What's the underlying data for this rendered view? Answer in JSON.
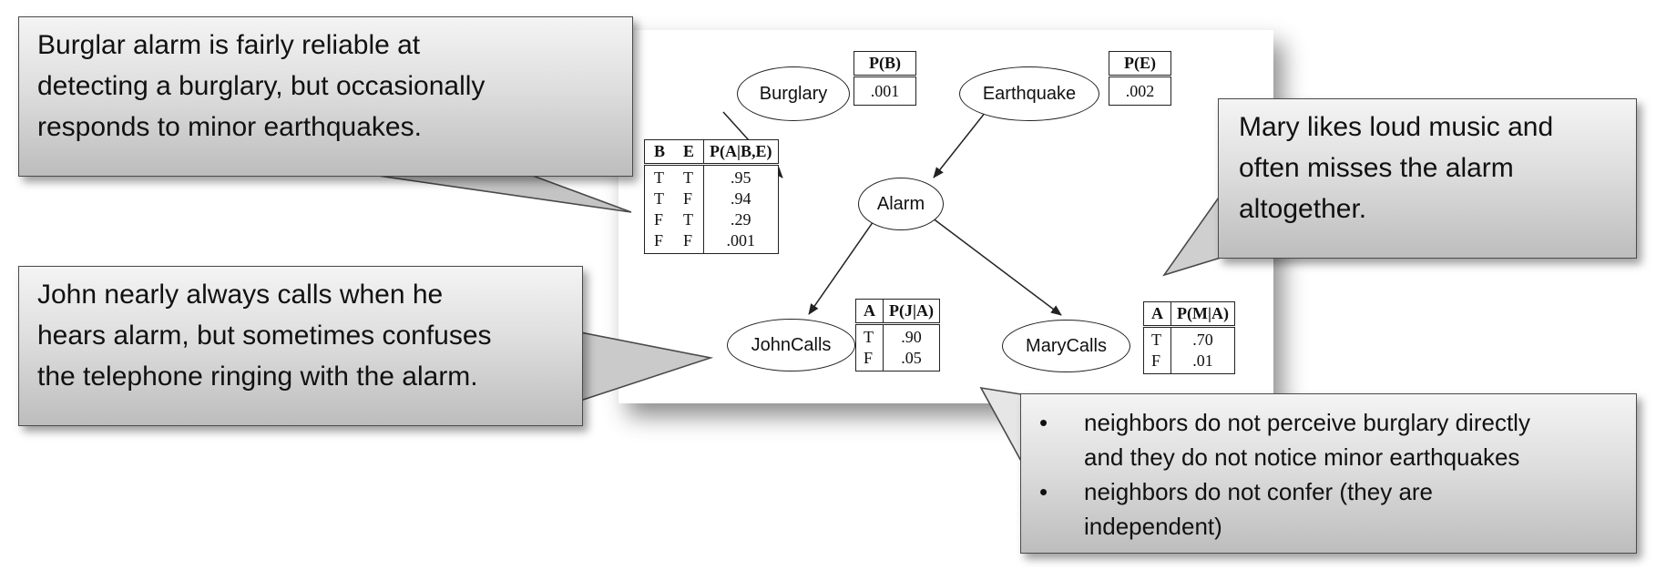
{
  "nodes": {
    "burglary": "Burglary",
    "earthquake": "Earthquake",
    "alarm": "Alarm",
    "johncalls": "JohnCalls",
    "marycalls": "MaryCalls"
  },
  "tables": {
    "pb": {
      "header": "P(B)",
      "value": ".001"
    },
    "pe": {
      "header": "P(E)",
      "value": ".002"
    },
    "pa": {
      "headers": [
        "B",
        "E",
        "P(A|B,E)"
      ],
      "rows": [
        [
          "T",
          "T",
          ".95"
        ],
        [
          "T",
          "F",
          ".94"
        ],
        [
          "F",
          "T",
          ".29"
        ],
        [
          "F",
          "F",
          ".001"
        ]
      ]
    },
    "pj": {
      "headers": [
        "A",
        "P(J|A)"
      ],
      "rows": [
        [
          "T",
          ".90"
        ],
        [
          "F",
          ".05"
        ]
      ]
    },
    "pm": {
      "headers": [
        "A",
        "P(M|A)"
      ],
      "rows": [
        [
          "T",
          ".70"
        ],
        [
          "F",
          ".01"
        ]
      ]
    }
  },
  "callouts": {
    "burglar": {
      "lines": [
        "Burglar alarm is fairly reliable at",
        "detecting a burglary, but occasionally",
        "responds to minor earthquakes."
      ]
    },
    "john": {
      "lines": [
        "John nearly always calls when he",
        "hears alarm, but sometimes confuses",
        "the telephone ringing with the alarm."
      ]
    },
    "mary": {
      "lines": [
        "Mary likes loud music and",
        "often misses the alarm",
        "altogether."
      ]
    },
    "neighbors": {
      "bullets": [
        [
          "neighbors do not perceive burglary directly",
          "and they do not notice minor earthquakes"
        ],
        [
          "neighbors do not confer (they are",
          "independent)"
        ]
      ]
    }
  },
  "colors": {
    "callout_border": "#4a4a4a",
    "edge": "#222222"
  }
}
